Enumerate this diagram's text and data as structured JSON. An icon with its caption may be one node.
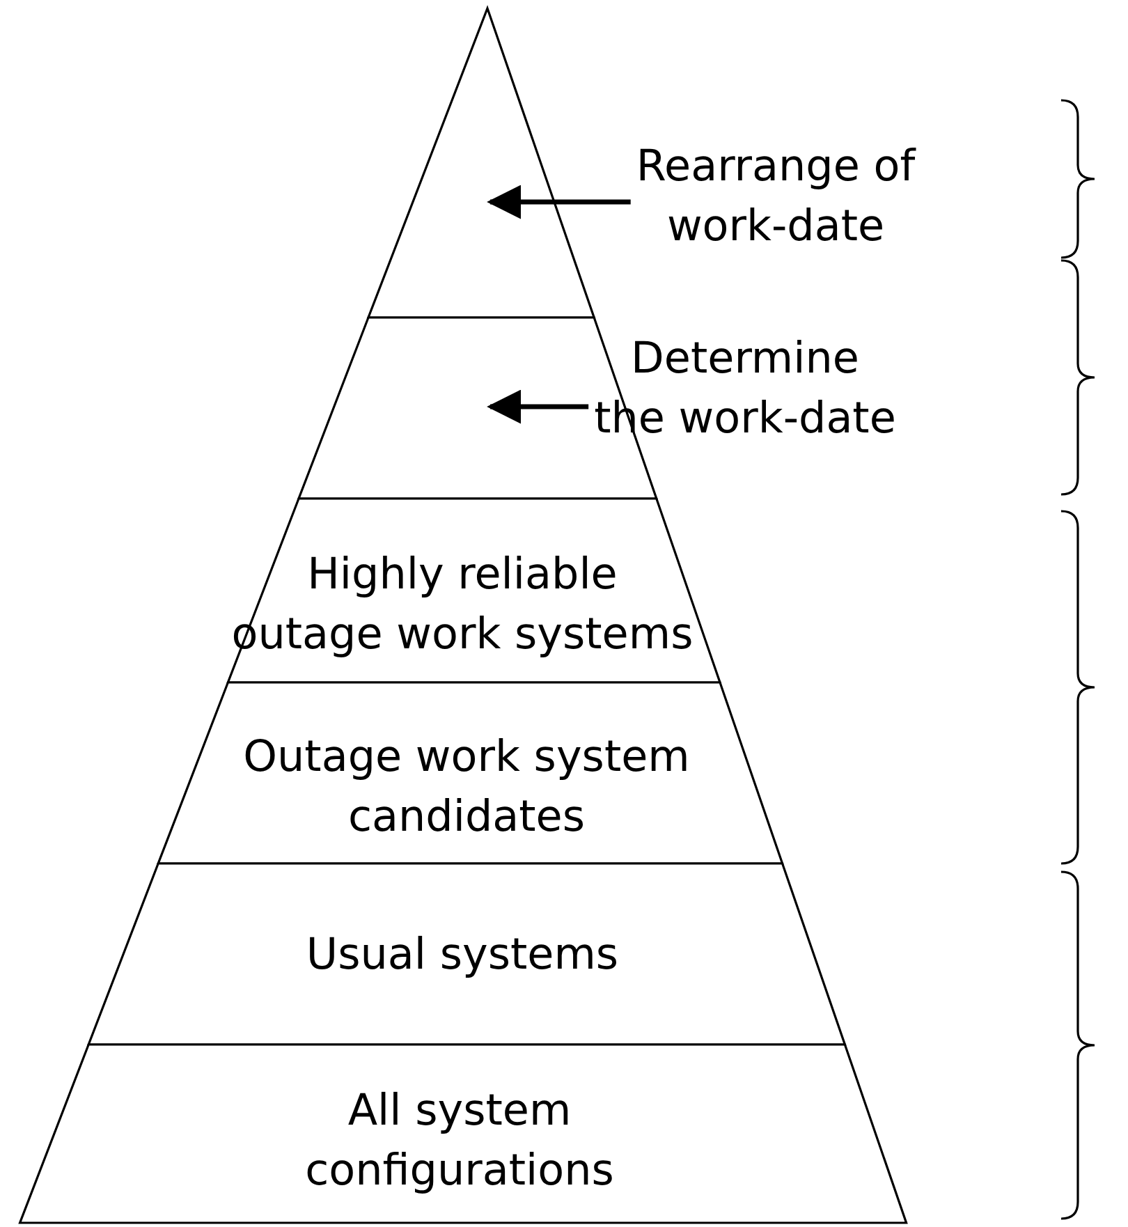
{
  "diagram": {
    "nodes": [
      {
        "text": [],
        "shape": "triangle"
      },
      {
        "text": [],
        "shape": "band"
      },
      {
        "text": [
          "Highly reliable outage work systems"
        ]
      },
      {
        "text": [
          "Outage work system candidates"
        ]
      },
      {
        "text": [
          "Usual systems"
        ]
      },
      {
        "text": [
          "All system configurations"
        ]
      },
      {
        "text": [
          "Rearrange of work-date"
        ]
      },
      {
        "text": [
          "Determine the work-date"
        ]
      }
    ],
    "edges": [
      {
        "from": 6,
        "to": 0,
        "arrow": "to"
      },
      {
        "from": 7,
        "to": 1,
        "arrow": "to"
      }
    ]
  }
}
